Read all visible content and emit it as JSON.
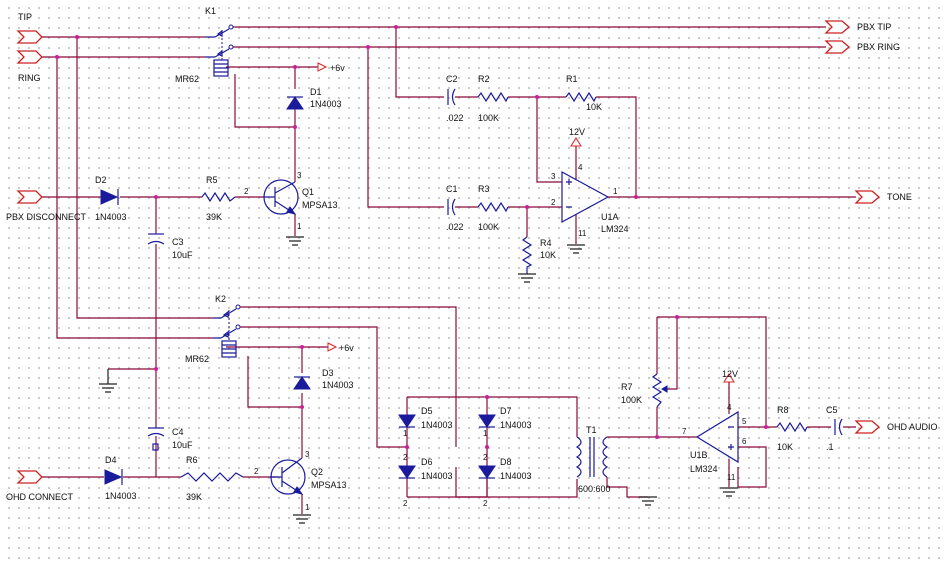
{
  "labels": {
    "tip": "TIP",
    "ring": "RING",
    "pbx_disconnect": "PBX DISCONNECT",
    "ohd_connect": "OHD CONNECT",
    "pbx_tip": "PBX TIP",
    "pbx_ring": "PBX RING",
    "tone": "TONE",
    "ohd_audio": "OHD AUDIO"
  },
  "components": {
    "k1": {
      "ref": "K1"
    },
    "k2": {
      "ref": "K2"
    },
    "mr62_top": {
      "value": "MR62"
    },
    "mr62_bottom": {
      "value": "MR62"
    },
    "pwr_6v_top": {
      "value": "+6v"
    },
    "pwr_6v_bottom": {
      "value": "+6v"
    },
    "pwr_12v_a": {
      "value": "12V"
    },
    "pwr_12v_b": {
      "value": "12V"
    },
    "d1": {
      "ref": "D1",
      "value": "1N4003"
    },
    "d2": {
      "ref": "D2",
      "value": "1N4003"
    },
    "d3": {
      "ref": "D3",
      "value": "1N4003"
    },
    "d4": {
      "ref": "D4",
      "value": "1N4003"
    },
    "d5": {
      "ref": "D5",
      "value": "1N4003"
    },
    "d6": {
      "ref": "D6",
      "value": "1N4003"
    },
    "d7": {
      "ref": "D7",
      "value": "1N4003"
    },
    "d8": {
      "ref": "D8",
      "value": "1N4003"
    },
    "r1": {
      "ref": "R1",
      "value": "10K"
    },
    "r2": {
      "ref": "R2",
      "value": "100K"
    },
    "r3": {
      "ref": "R3",
      "value": "100K"
    },
    "r4": {
      "ref": "R4",
      "value": "10K"
    },
    "r5": {
      "ref": "R5",
      "value": "39K"
    },
    "r6": {
      "ref": "R6",
      "value": "39K"
    },
    "r7": {
      "ref": "R7",
      "value": "100K"
    },
    "r8": {
      "ref": "R8",
      "value": "10K"
    },
    "c1": {
      "ref": "C1",
      "value": ".022"
    },
    "c2": {
      "ref": "C2",
      "value": ".022"
    },
    "c3": {
      "ref": "C3",
      "value": "10uF"
    },
    "c4": {
      "ref": "C4",
      "value": "10uF"
    },
    "c5": {
      "ref": "C5",
      "value": ".1"
    },
    "q1": {
      "ref": "Q1",
      "value": "MPSA13"
    },
    "q2": {
      "ref": "Q2",
      "value": "MPSA13"
    },
    "u1a": {
      "ref": "U1A",
      "value": "LM324"
    },
    "u1b": {
      "ref": "U1B",
      "value": "LM324"
    },
    "t1": {
      "ref": "T1",
      "value": "600:600"
    }
  },
  "pins": {
    "q1_b": "2",
    "q1_c": "3",
    "q1_e": "1",
    "q2_b": "2",
    "q2_c": "3",
    "q2_e": "1",
    "u1a_1": "1",
    "u1a_2": "2",
    "u1a_3": "3",
    "u1a_4": "4",
    "u1a_11": "11",
    "u1b_4": "4",
    "u1b_5": "5",
    "u1b_6": "6",
    "u1b_7": "7",
    "u1b_11": "11",
    "bridge_1a": "1",
    "bridge_1b": "1",
    "bridge_2a": "2",
    "bridge_2b": "2",
    "bridge_2c": "2",
    "bridge_2d": "2"
  },
  "colors": {
    "wire": "#8b0a3c",
    "component": "#1a1a9c",
    "junction": "#cc1f9a",
    "port_outline": "#cc2020",
    "power_flag": "#e02020"
  }
}
